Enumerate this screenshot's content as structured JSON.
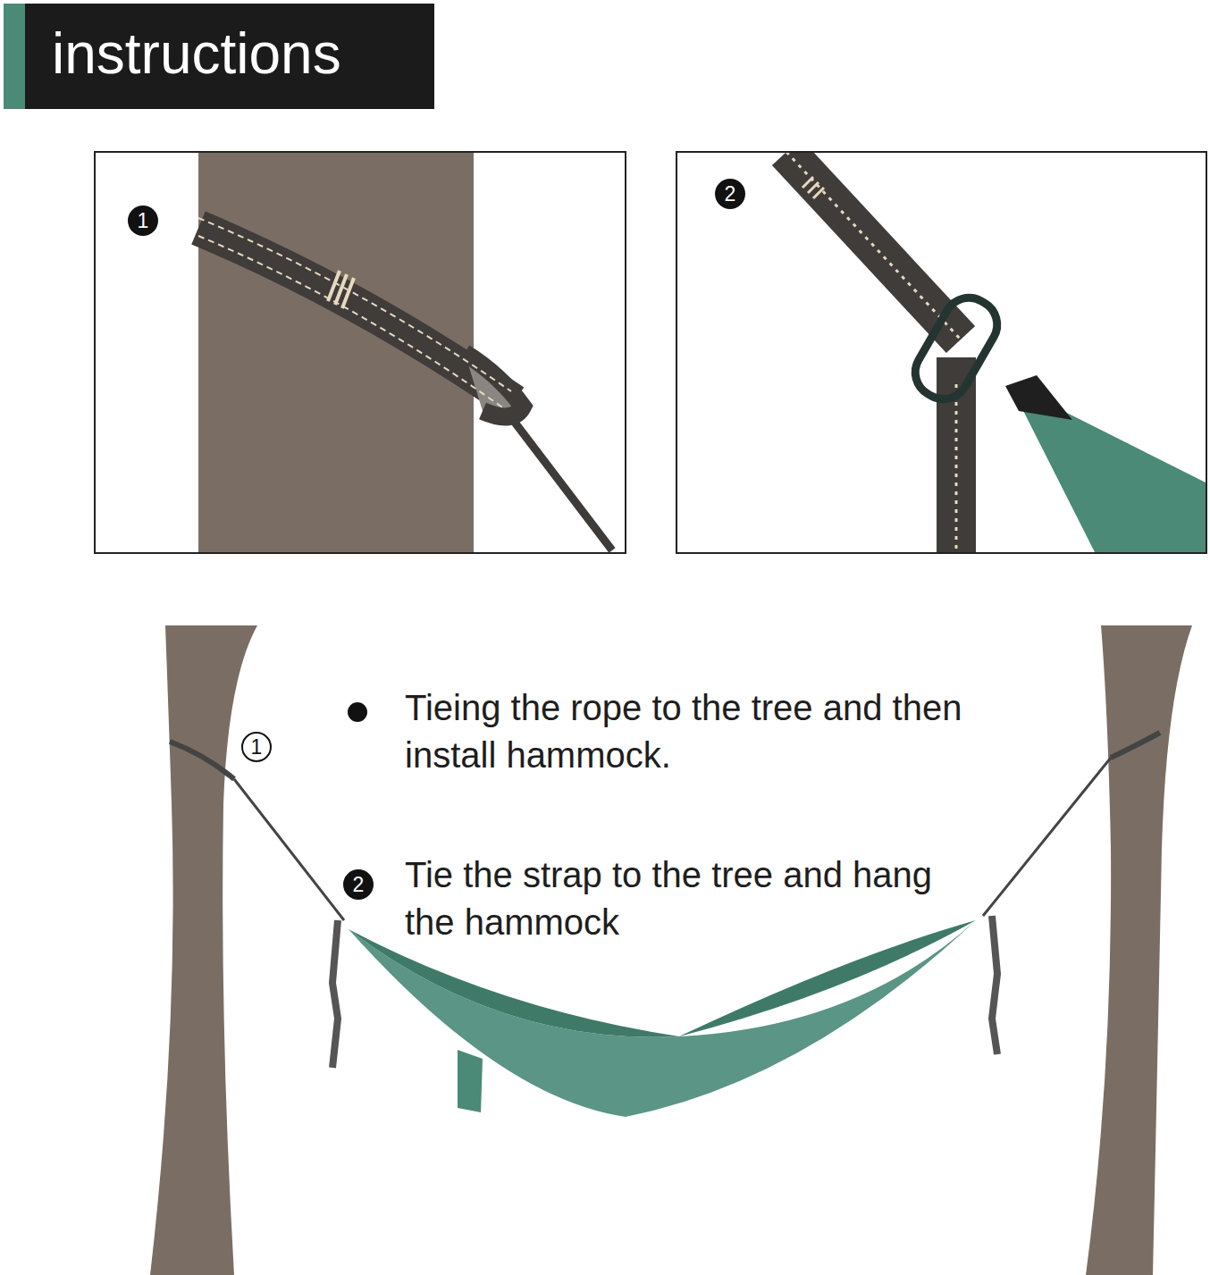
{
  "diagram": {
    "title": "instructions",
    "nodes": [
      {
        "text": [
          "1"
        ]
      },
      {
        "text": [
          "2"
        ]
      },
      {
        "text": [
          "1"
        ]
      },
      {
        "text": [
          "2"
        ]
      }
    ],
    "labels": [
      "Tieing the rope to the tree and then install hammock.",
      "Tie the strap to the tree and hang the hammock"
    ]
  }
}
